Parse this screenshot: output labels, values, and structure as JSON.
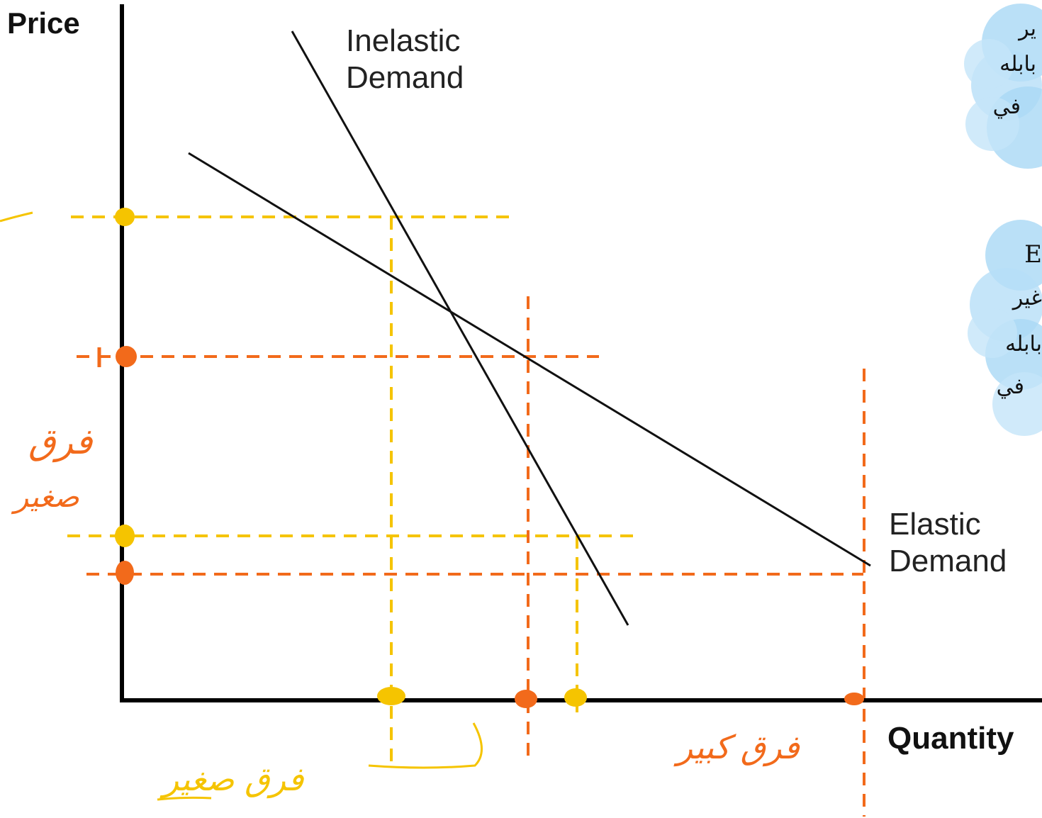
{
  "axes": {
    "y_label": "Price",
    "x_label": "Quantity"
  },
  "curves": {
    "inelastic": {
      "line1": "Inelastic",
      "line2": "Demand"
    },
    "elastic": {
      "line1": "Elastic",
      "line2": "Demand"
    }
  },
  "annotations": {
    "left_note_1": "فرق",
    "left_note_2": "صغير",
    "bottom_yellow_note": "فرق صغير",
    "bottom_orange_note": "فرق كبير"
  },
  "side_notes": {
    "note1": [
      "ير",
      "بابله",
      "في"
    ],
    "note2_initial": "E",
    "note2": [
      "غير",
      "بابله",
      "في"
    ]
  },
  "colors": {
    "yellow": "#F5C400",
    "orange": "#F26A1B",
    "axis": "#000000",
    "curve": "#111111",
    "cloud": "#A9D8F5"
  }
}
